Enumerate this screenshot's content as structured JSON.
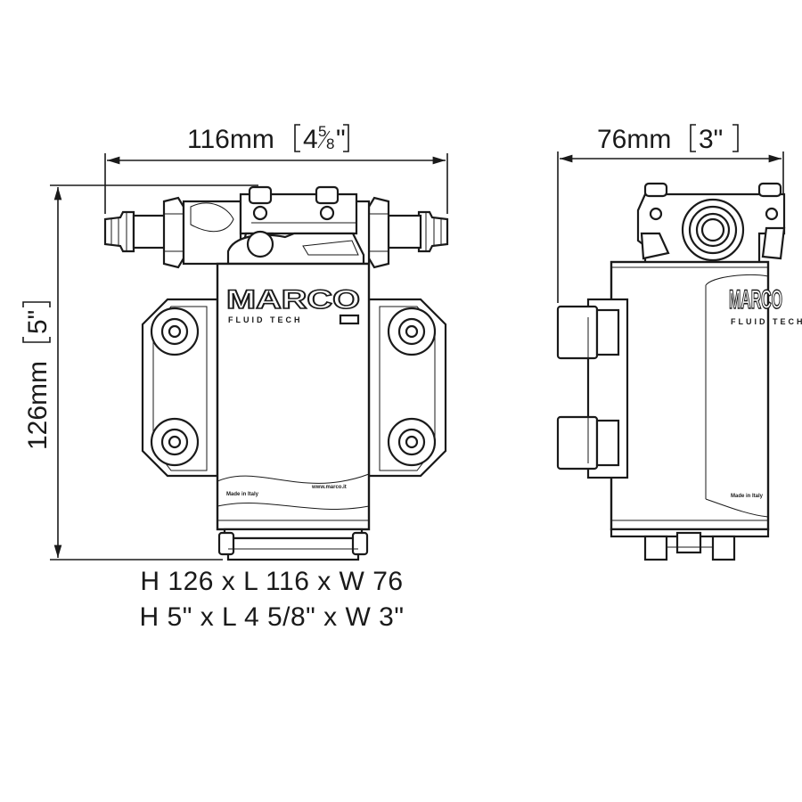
{
  "dimensions": {
    "width": {
      "metric": "116mm",
      "imperial_whole": "4",
      "imperial_num": "5",
      "imperial_den": "8",
      "imperial_mark": "\""
    },
    "depth": {
      "metric": "76mm",
      "imperial": "3\""
    },
    "height": {
      "metric": "126mm",
      "imperial": "5\""
    }
  },
  "summary": {
    "metric": "H 126 x L 116 x W 76",
    "imperial": "H 5\" x L 4 5/8\" x W 3\""
  },
  "brand": {
    "name": "MARCO",
    "sub": "FLUID TECH",
    "made_in": "Made in Italy",
    "website": "www.marco.it"
  }
}
